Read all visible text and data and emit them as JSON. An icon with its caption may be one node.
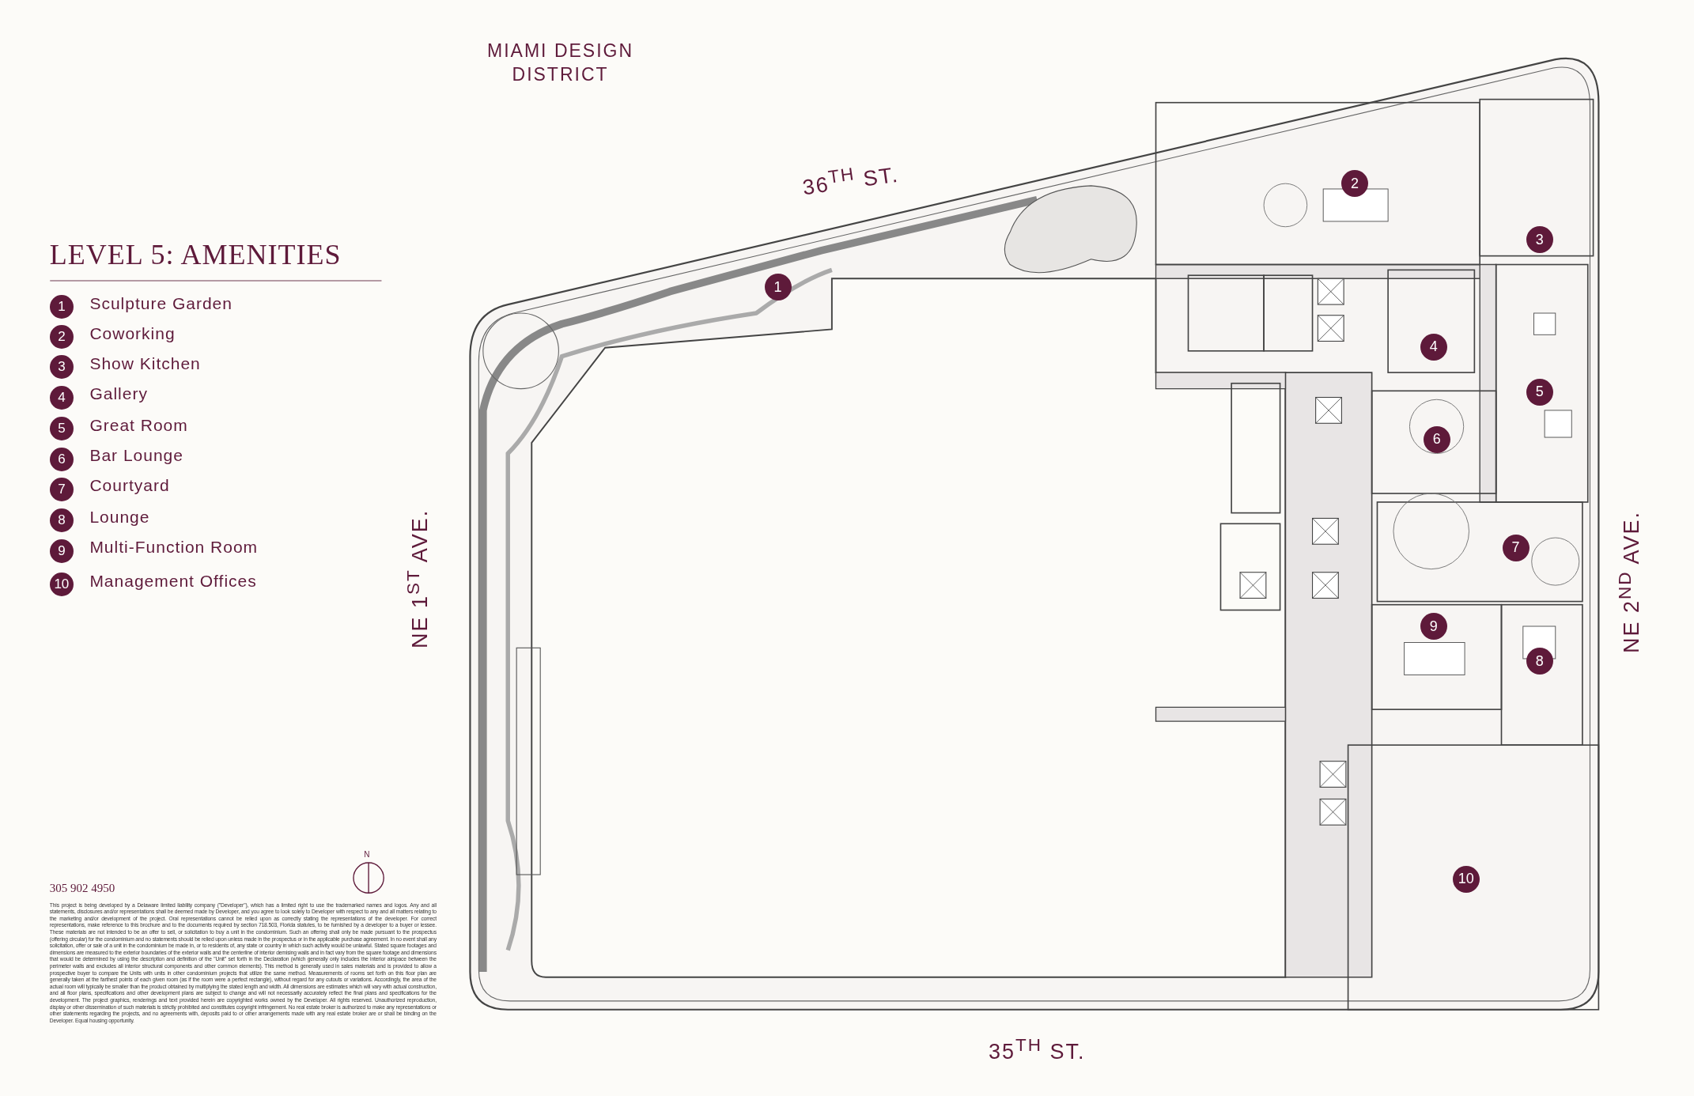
{
  "diagram": {
    "title": "LEVEL 5: AMENITIES",
    "labels": [
      "MIAMI DESIGN DISTRICT",
      "36$^{TH}$ ST.",
      "1",
      "Sculpture Garden",
      "2",
      "Coworking",
      "3",
      "Show Kitchen",
      "4",
      "Gallery",
      "5",
      "Great Room",
      "6",
      "Bar Lounge",
      "7",
      "Courtyard",
      "8",
      "Lounge",
      "9",
      "Multi-Function Room",
      "10",
      "Management Offices",
      "NE 1$^{ST}$ AVE.",
      "1",
      "2",
      "3",
      "4",
      "5",
      "6",
      "7",
      "8",
      "9",
      "10",
      "NE 2$^{ND}$ AVE.",
      "N",
      "305 902 4950",
      "This project is being developed by a Delaware limited liability company (\"Developer\"), which has a limited right to use the trademarked names and logos. Any and all statements, disclosures and/or representations shall be deemed made by Developer, and you agree to look solely to Developer with respect to any and all matters relating to the marketing and/or development of the project. Oral representations cannot be relied upon as correctly stating the representations of the developer. For correct representations, make reference to this brochure and to the documents required by section 718.503, Florida statutes, to be furnished by a developer to a buyer or lessee. These materials are not intended to be an offer to sell, or solicitation to buy a unit in the condominium. Such an offering shall only be made pursuant to the prospectus (offering circular) for the condominium and no statements should be relied upon unless made in the prospectus or in the applicable purchase agreement. In no event shall any solicitation, offer or sale of a unit in the condominium be made in, or to residents of, any state or country in which such activity would be unlawful. Stated square footages and dimensions are measured to the exterior boundaries of the exterior walls and the centerline of interior demising walls and in fact vary from the square footage and dimensions that would be determined by using the description and definition of the \"Unit\" set forth in the Declaration (which generally only includes the interior airspace between the perimeter walls and excludes all interior structural components and other common elements). This method is generally used in sales materials and is provided to allow a prospective buyer to compare the Units with units in other condominium projects that utilize the same method. Measurements of rooms set forth on this floor plan are generally taken at the farthest points of each given room (as if the room were a perfect rectangle), without regard for any cutouts or variations. Accordingly, the area of the actual room will typically be smaller than the product obtained by multiplying the stated length and width. All dimensions are estimates which will vary with actual construction, and all floor plans, specifications and other development plans are subject to change and will not necessarily accurately reflect the final plans and specifications for the development. The project graphics, renderings and text provided herein are copyrighted works owned by the Developer. All rights reserved. Unauthorized reproduction, display or other dissemination of such materials is strictly prohibited and constitutes copyright infringement. No real estate broker is authorized to make any representations or other statements regarding the projects, and no agreements with, deposits paid to or other arrangements made with any real estate broker are or shall be binding on the Developer. Equal housing opportunity.",
      "35$^{TH}$ ST."
    ]
  }
}
